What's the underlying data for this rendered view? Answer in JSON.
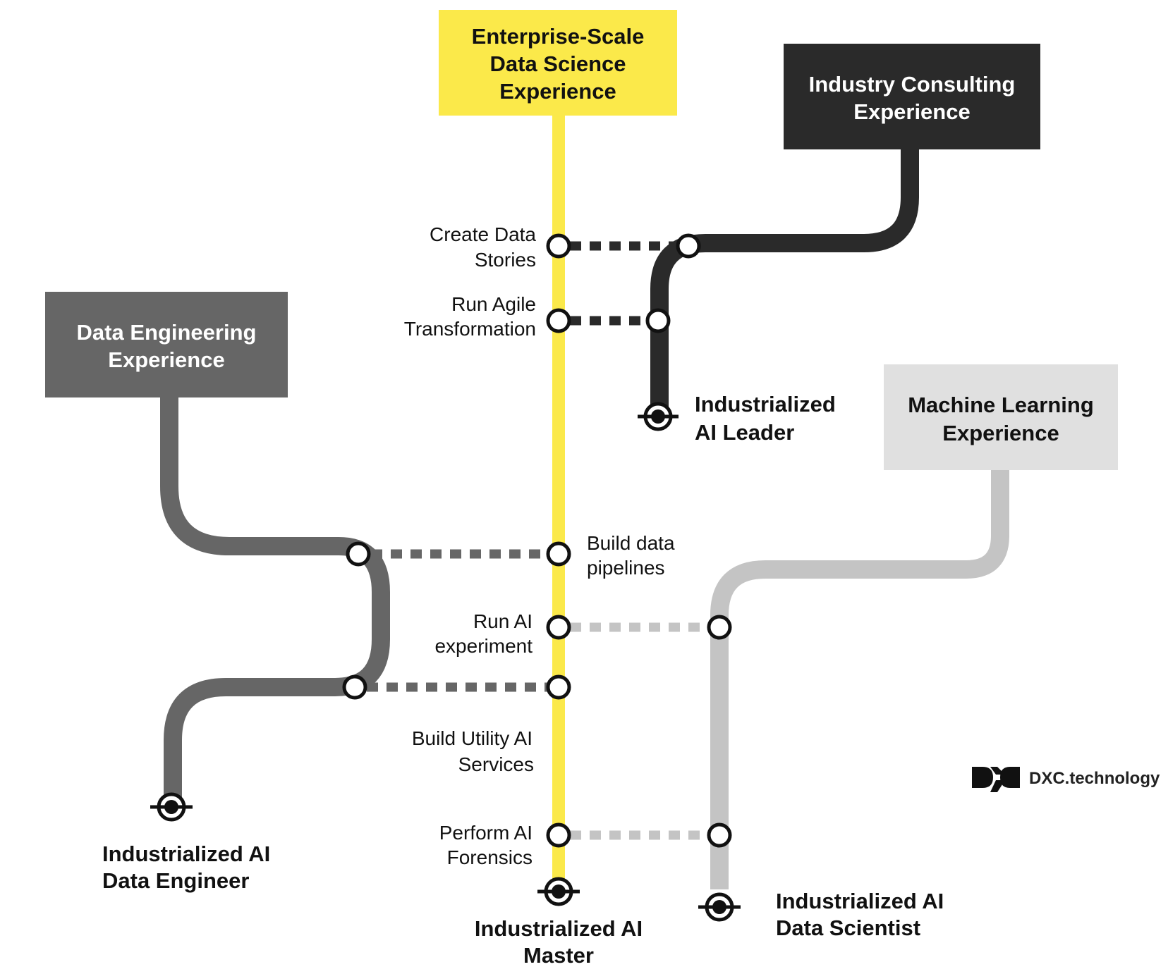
{
  "colors": {
    "enterprise": "#fbe94a",
    "consulting": "#2a2a2a",
    "engineering": "#666666",
    "ml_line": "#c4c4c4",
    "ml_box": "#e0e0e0",
    "stop_fill": "#ffffff",
    "stop_stroke": "#111111"
  },
  "boxes": {
    "enterprise": {
      "line1": "Enterprise-Scale",
      "line2": "Data Science",
      "line3": "Experience"
    },
    "consulting": {
      "line1": "Industry Consulting",
      "line2": "Experience"
    },
    "engineering": {
      "line1": "Data Engineering",
      "line2": "Experience"
    },
    "ml": {
      "line1": "Machine Learning",
      "line2": "Experience"
    }
  },
  "stops": {
    "create_data_stories": {
      "line1": "Create Data",
      "line2": "Stories"
    },
    "run_agile": {
      "line1": "Run Agile",
      "line2": "Transformation"
    },
    "build_pipelines": {
      "line1": "Build data",
      "line2": "pipelines"
    },
    "run_ai_experiment": {
      "line1": "Run AI",
      "line2": "experiment"
    },
    "build_utility": {
      "line1": "Build Utility AI",
      "line2": "Services"
    },
    "perform_forensics": {
      "line1": "Perform AI",
      "line2": "Forensics"
    }
  },
  "destinations": {
    "ai_leader": {
      "line1": "Industrialized",
      "line2": "AI Leader"
    },
    "data_engineer": {
      "line1": "Industrialized AI",
      "line2": "Data Engineer"
    },
    "master": {
      "line1": "Industrialized AI",
      "line2": "Master"
    },
    "data_scientist": {
      "line1": "Industrialized AI",
      "line2": "Data Scientist"
    }
  },
  "logo": {
    "text": "DXC.technology"
  }
}
